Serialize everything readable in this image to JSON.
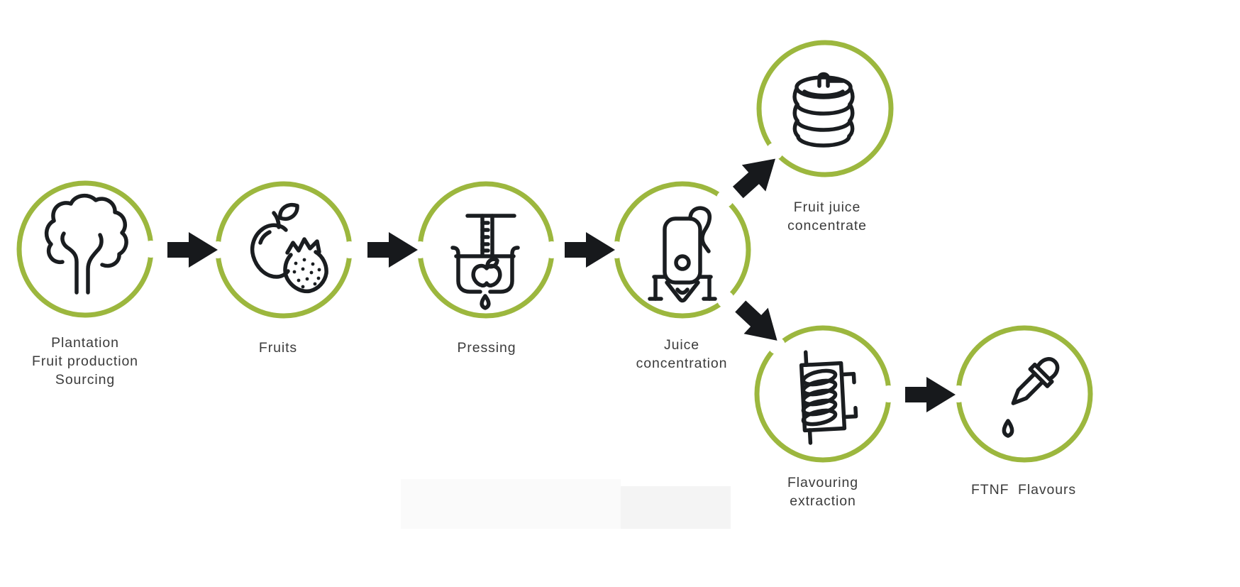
{
  "diagram": {
    "description": "Fruit juice and flavour production process flow",
    "colors": {
      "ring_green": "#9cb73e",
      "ink": "#1a1d20",
      "arrow_black": "#17191c",
      "label_text": "#3b3b3b",
      "background": "#ffffff"
    },
    "nodes": [
      {
        "id": "plantation",
        "label": "Plantation\nFruit production\nSourcing",
        "icon": "tree-icon"
      },
      {
        "id": "fruits",
        "label": "Fruits",
        "icon": "fruits-icon"
      },
      {
        "id": "pressing",
        "label": "Pressing",
        "icon": "press-icon"
      },
      {
        "id": "juice-concentration",
        "label": "Juice\nconcentration",
        "icon": "concentration-tank-icon"
      },
      {
        "id": "fruit-juice-concentrate",
        "label": "Fruit juice\nconcentrate",
        "icon": "barrel-icon"
      },
      {
        "id": "flavouring-extraction",
        "label": "Flavouring\nextraction",
        "icon": "extraction-coil-icon"
      },
      {
        "id": "ftnf-flavours",
        "label": "FTNF  Flavours",
        "icon": "dropper-icon"
      }
    ],
    "connections": [
      {
        "from": "plantation",
        "to": "fruits"
      },
      {
        "from": "fruits",
        "to": "pressing"
      },
      {
        "from": "pressing",
        "to": "juice-concentration"
      },
      {
        "from": "juice-concentration",
        "to": "fruit-juice-concentrate"
      },
      {
        "from": "juice-concentration",
        "to": "flavouring-extraction"
      },
      {
        "from": "flavouring-extraction",
        "to": "ftnf-flavours"
      }
    ]
  }
}
